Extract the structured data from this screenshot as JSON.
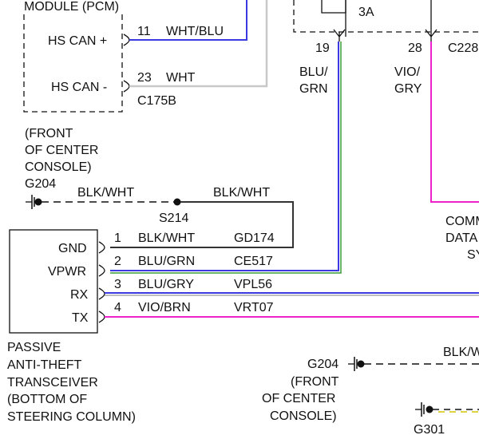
{
  "colors": {
    "background": "#ffffff",
    "ink": "#111111",
    "wire_blue": "#3a3ae0",
    "wire_green": "#3a9a3a",
    "wire_magenta": "#ee22cc",
    "wire_gray": "#c8c8c8",
    "wire_black": "#222222",
    "wire_yellow": "#d4c400"
  },
  "pcm": {
    "title": "MODULE (PCM)",
    "pin1_label": "HS CAN +",
    "pin2_label": "HS CAN -",
    "pin1_number": "11",
    "pin2_number": "23",
    "pin1_wire": "WHT/BLU",
    "pin2_wire": "WHT",
    "connector": "C175B"
  },
  "top_right": {
    "fuse_label": "3A",
    "pin_a_number": "19",
    "pin_b_number": "28",
    "connector": "C228",
    "pin_a_wire_line1": "BLU/",
    "pin_a_wire_line2": "GRN",
    "pin_b_wire_line1": "VIO/",
    "pin_b_wire_line2": "GRY"
  },
  "comm_label": {
    "line1": "COMM",
    "line2": "DATA",
    "line3": "SY"
  },
  "ground_1": {
    "line1": "(FRONT",
    "line2": "OF CENTER",
    "line3": "CONSOLE)",
    "id": "G204",
    "wire_left": "BLK/WHT",
    "wire_right": "BLK/WHT",
    "splice": "S214"
  },
  "pats": {
    "pins": [
      {
        "name": "GND",
        "number": "1",
        "wire": "BLK/WHT",
        "circuit": "GD174"
      },
      {
        "name": "VPWR",
        "number": "2",
        "wire": "BLU/GRN",
        "circuit": "CE517"
      },
      {
        "name": "RX",
        "number": "3",
        "wire": "BLU/GRY",
        "circuit": "VPL56"
      },
      {
        "name": "TX",
        "number": "4",
        "wire": "VIO/BRN",
        "circuit": "VRT07"
      }
    ],
    "caption": [
      "PASSIVE",
      "ANTI-THEFT",
      "TRANSCEIVER",
      "(BOTTOM OF",
      "STEERING COLUMN)"
    ]
  },
  "ground_2": {
    "id": "G204",
    "line1": "(FRONT",
    "line2": "OF CENTER",
    "line3": "CONSOLE)",
    "wire": "BLK/W"
  },
  "ground_3": {
    "id": "G301"
  }
}
